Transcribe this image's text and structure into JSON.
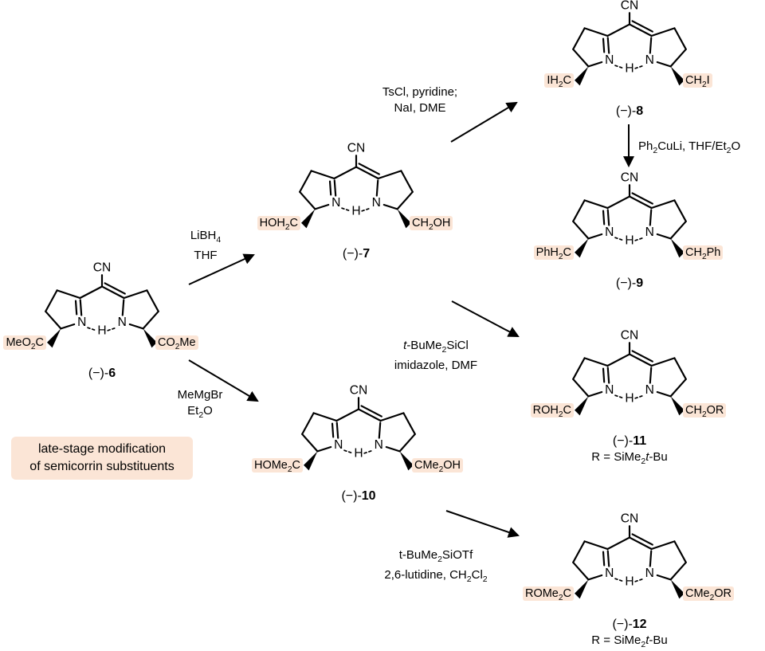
{
  "note_box": {
    "line1": "late-stage modification",
    "line2": "of semicorrin substituents"
  },
  "atoms": {
    "cn": "CN",
    "n": "N",
    "h": "H"
  },
  "colors": {
    "highlight": "#fbe5d6",
    "ink": "#000000"
  },
  "compounds": {
    "c6": {
      "label": "(−)-<b>6</b>",
      "left_sub": "MeO<sub>2</sub>C",
      "right_sub": "CO<sub>2</sub>Me"
    },
    "c7": {
      "label": "(−)-<b>7</b>",
      "left_sub": "HOH<sub>2</sub>C",
      "right_sub": "CH<sub>2</sub>OH"
    },
    "c8": {
      "label": "(−)-<b>8</b>",
      "left_sub": "IH<sub>2</sub>C",
      "right_sub": "CH<sub>2</sub>I"
    },
    "c9": {
      "label": "(−)-<b>9</b>",
      "left_sub": "PhH<sub>2</sub>C",
      "right_sub": "CH<sub>2</sub>Ph"
    },
    "c10": {
      "label": "(−)-<b>10</b>",
      "left_sub": "HOMe<sub>2</sub>C",
      "right_sub": "CMe<sub>2</sub>OH"
    },
    "c11": {
      "label": "(−)-<b>11</b>",
      "left_sub": "ROH<sub>2</sub>C",
      "right_sub": "CH<sub>2</sub>OR",
      "r_note": "R = SiMe<sub>2</sub><i>t</i>-Bu"
    },
    "c12": {
      "label": "(−)-<b>12</b>",
      "left_sub": "ROMe<sub>2</sub>C",
      "right_sub": "CMe<sub>2</sub>OR",
      "r_note": "R = SiMe<sub>2</sub><i>t</i>-Bu"
    }
  },
  "reagents": {
    "r6_7": {
      "line1": "LiBH<sub>4</sub>",
      "line2": "THF"
    },
    "r7_8": {
      "line1": "TsCl, pyridine;",
      "line2": "NaI, DME"
    },
    "r8_9": {
      "line1": "Ph<sub>2</sub>CuLi, THF/Et<sub>2</sub>O"
    },
    "r7_11": {
      "line1": "<i>t</i>-BuMe<sub>2</sub>SiCl",
      "line2": "imidazole, DMF"
    },
    "r6_10": {
      "line1": "MeMgBr",
      "line2": "Et<sub>2</sub>O"
    },
    "r10_12": {
      "line1": "t-BuMe<sub>2</sub>SiOTf",
      "line2": "2,6-lutidine, CH<sub>2</sub>Cl<sub>2</sub>"
    }
  }
}
